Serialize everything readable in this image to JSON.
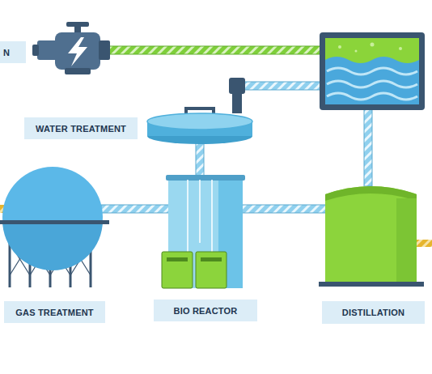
{
  "diagram": {
    "nodes": [
      {
        "text": [
          "N"
        ]
      },
      {
        "text": [
          "WATER TREATMENT"
        ]
      },
      {
        "text": [
          "GAS TREATMENT"
        ]
      },
      {
        "text": [
          "BIO REACTOR"
        ]
      },
      {
        "text": [
          "DISTILLATION"
        ]
      }
    ]
  }
}
